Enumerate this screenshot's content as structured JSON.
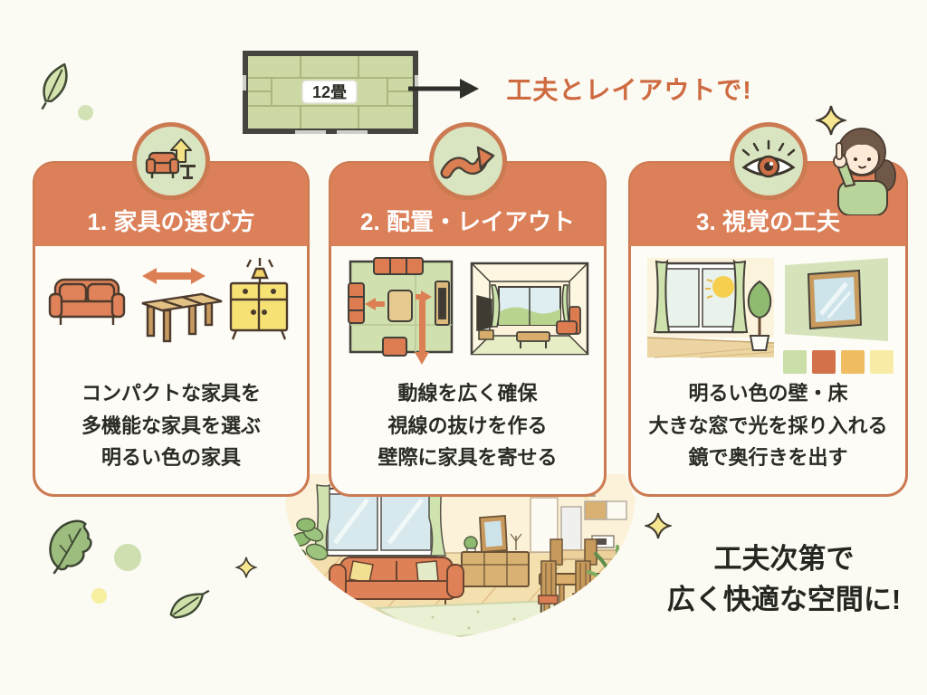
{
  "header": {
    "room_label": "12畳",
    "headline": "工夫とレイアウトで!"
  },
  "cards": [
    {
      "title": "1. 家具の選び方",
      "icon": "sofa-arrow-up-icon",
      "lines": [
        "コンパクトな家具を",
        "多機能な家具を選ぶ",
        "明るい色の家具"
      ]
    },
    {
      "title": "2. 配置・レイアウト",
      "icon": "curved-arrow-icon",
      "lines": [
        "動線を広く確保",
        "視線の抜けを作る",
        "壁際に家具を寄せる"
      ]
    },
    {
      "title": "3. 視覚の工夫",
      "icon": "eye-icon",
      "lines": [
        "明るい色の壁・床",
        "大きな窓で光を採り入れる",
        "鏡で奥行きを出す"
      ]
    }
  ],
  "conclusion": {
    "line1": "工夫次第で",
    "line2": "広く快適な空間に!"
  },
  "colors": {
    "accent_orange": "#db8058",
    "card_border": "#cc7a52",
    "headline_orange": "#ce6a40",
    "badge_green": "#d9e4c1",
    "tatami_green": "#ccd9a4",
    "swatches": [
      "#cadfa8",
      "#d2714a",
      "#f0bc62",
      "#f8eba6"
    ]
  }
}
